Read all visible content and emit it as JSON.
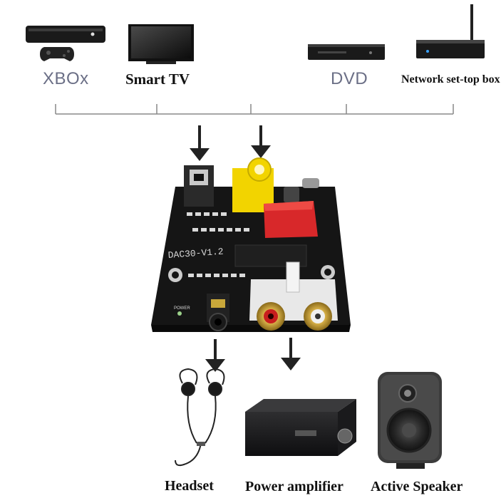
{
  "sources": [
    {
      "id": "xbox",
      "label": "XBOx",
      "icon": "xbox-console-icon"
    },
    {
      "id": "tv",
      "label": "Smart TV",
      "icon": "smart-tv-icon"
    },
    {
      "id": "dvd",
      "label": "DVD",
      "icon": "dvd-player-icon"
    },
    {
      "id": "stb",
      "label": "Network set-top box",
      "icon": "set-top-box-icon"
    }
  ],
  "board": {
    "model": "DAC30-V1.2",
    "power_label": "POWER"
  },
  "outputs": [
    {
      "id": "headset",
      "label": "Headset",
      "icon": "earphones-icon"
    },
    {
      "id": "amp",
      "label": "Power amplifier",
      "icon": "amplifier-icon"
    },
    {
      "id": "speaker",
      "label": "Active Speaker",
      "icon": "speaker-icon"
    }
  ],
  "colors": {
    "board": "#151515",
    "rca_yellow": "#f2d400",
    "rca_red": "#c81e1e",
    "capacitor_red": "#d8282a",
    "connector_line": "#888888"
  }
}
